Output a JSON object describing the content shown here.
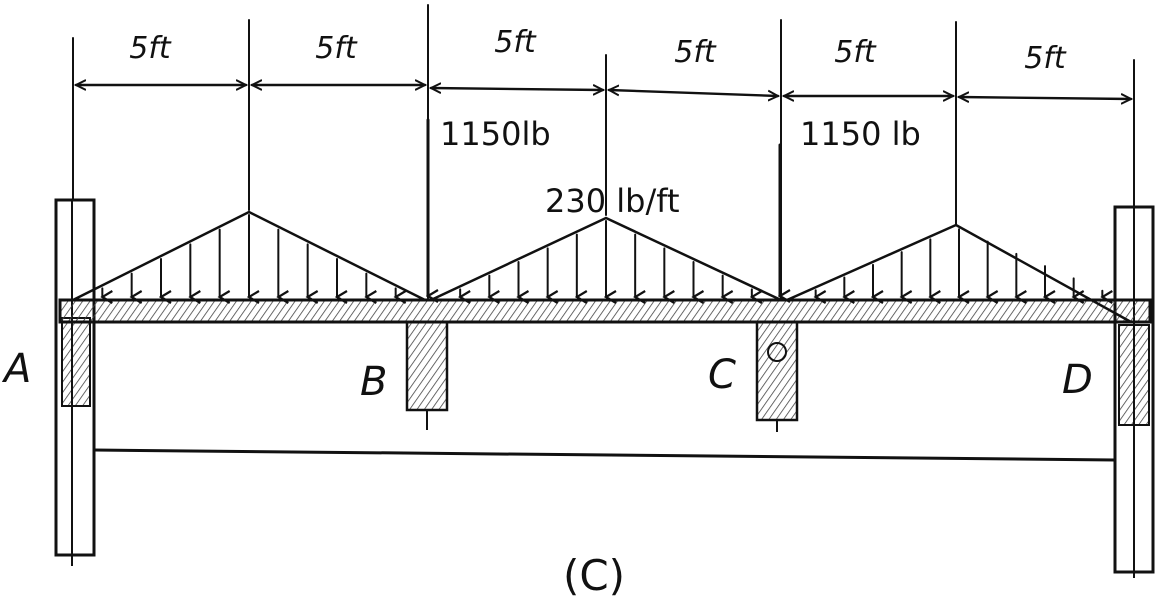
{
  "figure": {
    "caption": "(C)"
  },
  "dimensions": {
    "segments": [
      "5ft",
      "5ft",
      "5ft",
      "5ft",
      "5ft",
      "5ft"
    ]
  },
  "loads": {
    "point_load_1": "1150lb",
    "point_load_2": "1150 lb",
    "distributed_peak": "230 lb/ft"
  },
  "supports": {
    "a": "A",
    "b": "B",
    "c": "C",
    "d": "D"
  }
}
